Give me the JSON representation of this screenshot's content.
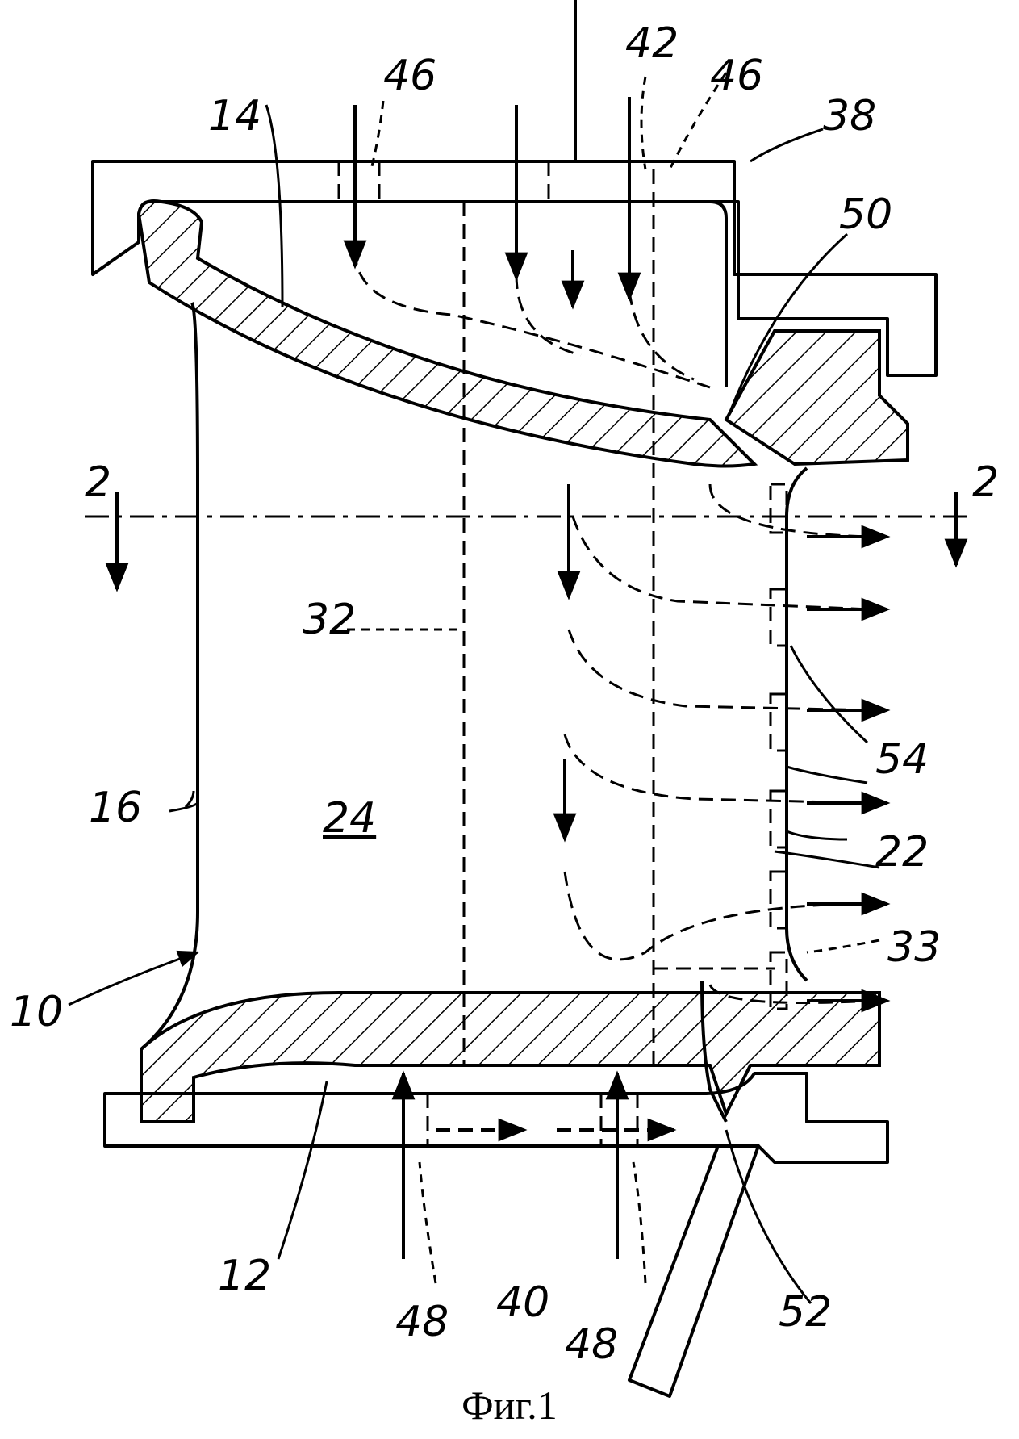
{
  "figure": {
    "caption": "Фиг.1",
    "section_marks": {
      "left": "2",
      "right": "2"
    },
    "labels": {
      "l10": "10",
      "l12": "12",
      "l14": "14",
      "l16": "16",
      "l22": "22",
      "l24": "24",
      "l32": "32",
      "l33": "33",
      "l38": "38",
      "l40": "40",
      "l42": "42",
      "l46a": "46",
      "l46b": "46",
      "l48a": "48",
      "l48b": "48",
      "l50": "50",
      "l52": "52",
      "l54": "54"
    }
  }
}
